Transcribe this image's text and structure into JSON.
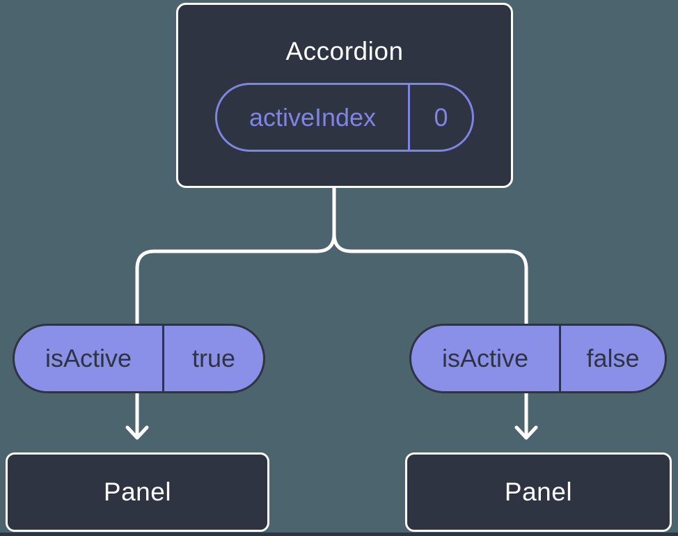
{
  "colors": {
    "background": "#4c646d",
    "node_bg": "#2e3442",
    "node_border": "#ffffff",
    "purple_fill": "#8a90e8",
    "purple_stroke": "#7e85e2",
    "dark_text": "#2e3442",
    "white_text": "#ffffff",
    "line": "#ffffff"
  },
  "root": {
    "title": "Accordion",
    "prop": {
      "name": "activeIndex",
      "value": "0"
    }
  },
  "branches": [
    {
      "prop": {
        "name": "isActive",
        "value": "true"
      },
      "node": {
        "label": "Panel"
      }
    },
    {
      "prop": {
        "name": "isActive",
        "value": "false"
      },
      "node": {
        "label": "Panel"
      }
    }
  ],
  "icons": {
    "down_arrow": "↓"
  }
}
